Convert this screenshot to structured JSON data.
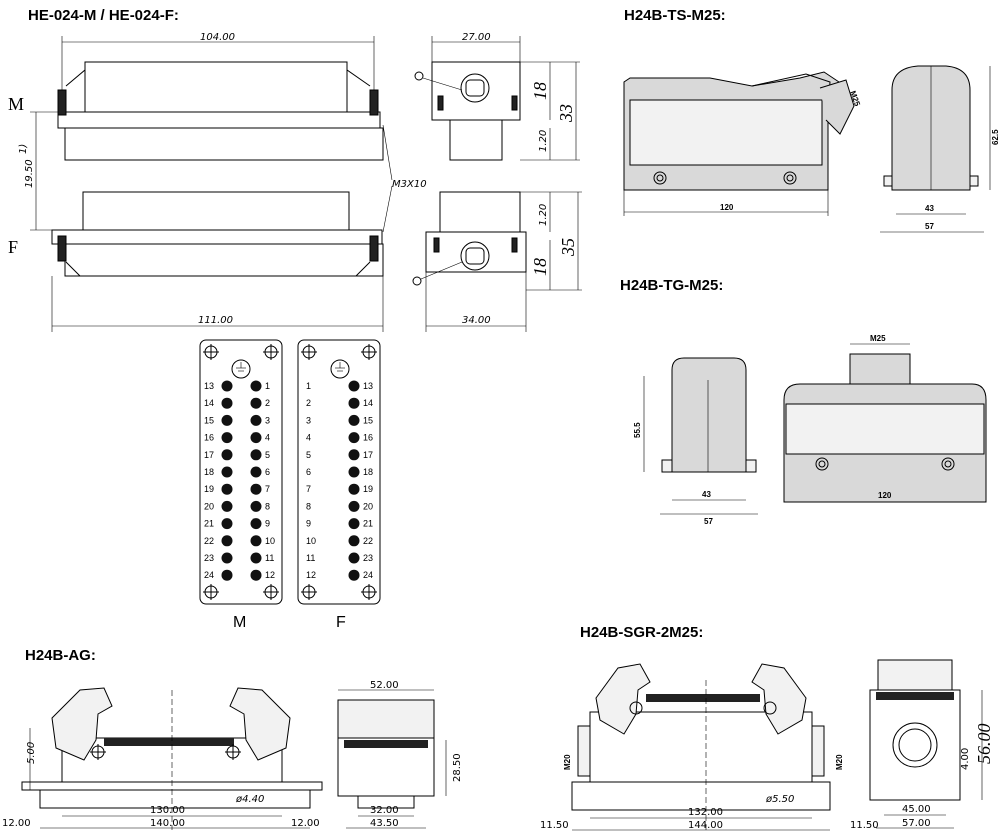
{
  "titles": {
    "he024": "HE-024-M / HE-024-F:",
    "ts": "H24B-TS-M25:",
    "tg": "H24B-TG-M25:",
    "ag": "H24B-AG:",
    "sgr": "H24B-SGR-2M25:"
  },
  "insert": {
    "dims": {
      "top_width": "104.00",
      "bottom_width": "111.00",
      "side_top": "27.00",
      "side_bottom": "34.00",
      "h18a": "18",
      "h33": "33",
      "h120a": "1.20",
      "h120b": "1.20",
      "h18b": "18",
      "h35": "35",
      "gap": "19.50",
      "gap_note": "1)",
      "screw": "M3X10"
    },
    "label_m": "M",
    "label_f": "F"
  },
  "pinout": {
    "male": {
      "left": [
        "13",
        "14",
        "15",
        "16",
        "17",
        "18",
        "19",
        "20",
        "21",
        "22",
        "23",
        "24"
      ],
      "right": [
        "1",
        "2",
        "3",
        "4",
        "5",
        "6",
        "7",
        "8",
        "9",
        "10",
        "11",
        "12"
      ],
      "label": "M"
    },
    "female": {
      "left": [
        "1",
        "2",
        "3",
        "4",
        "5",
        "6",
        "7",
        "8",
        "9",
        "10",
        "11",
        "12"
      ],
      "right": [
        "13",
        "14",
        "15",
        "16",
        "17",
        "18",
        "19",
        "20",
        "21",
        "22",
        "23",
        "24"
      ],
      "label": "F"
    }
  },
  "ts": {
    "width": "120",
    "thread": "M25",
    "height": "62.5",
    "base_a": "43",
    "base_b": "57"
  },
  "tg": {
    "thread": "M25",
    "height": "55.5",
    "base_a": "43",
    "base_b": "57",
    "width": "120"
  },
  "ag": {
    "h500": "5.00",
    "w130": "130.00",
    "w140": "140.00",
    "hole": "ø4.40",
    "e1": "12.00",
    "e2": "12.00",
    "s52": "52.00",
    "s2850": "28.50",
    "s32": "32.00",
    "s4350": "43.50"
  },
  "sgr": {
    "m20a": "M20",
    "m20b": "M20",
    "w132": "132.00",
    "w144": "144.00",
    "hole": "ø5.50",
    "e1": "11.50",
    "e2": "11.50",
    "h400": "4.00",
    "h56": "56.00",
    "w45": "45.00",
    "w57": "57.00"
  }
}
